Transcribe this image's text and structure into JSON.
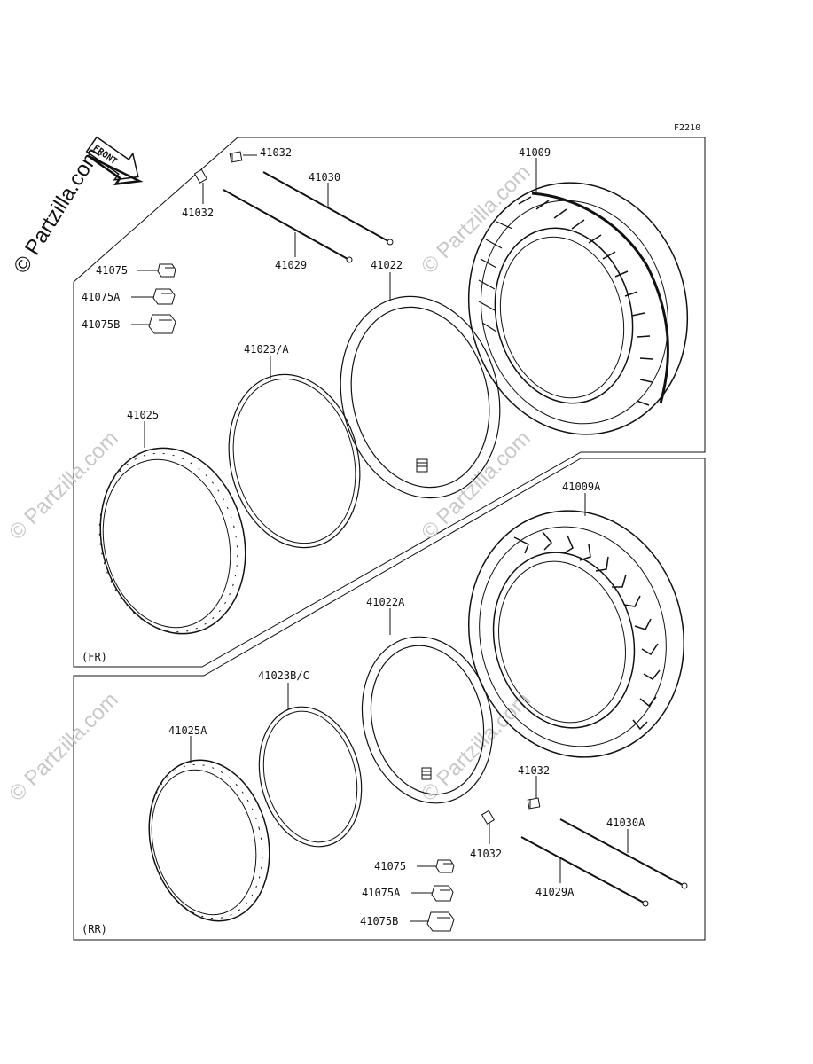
{
  "figure_code": "F2210",
  "front_arrow_label": "FRONT",
  "sections": {
    "front": "(FR)",
    "rear": "(RR)"
  },
  "watermark": "© Partzilla.com",
  "side_watermark": "© Partzilla.com",
  "callouts": {
    "fr_41032_a": "41032",
    "fr_41030": "41030",
    "fr_41009": "41009",
    "fr_41032_b": "41032",
    "fr_41029": "41029",
    "fr_41022": "41022",
    "fr_41075": "41075",
    "fr_41075a": "41075A",
    "fr_41075b": "41075B",
    "fr_41023": "41023/A",
    "fr_41025": "41025",
    "rr_41009a": "41009A",
    "rr_41022a": "41022A",
    "rr_41023bc": "41023B/C",
    "rr_41025a": "41025A",
    "rr_41032_a": "41032",
    "rr_41030a": "41030A",
    "rr_41032_b": "41032",
    "rr_41029a": "41029A",
    "rr_41075": "41075",
    "rr_41075a": "41075A",
    "rr_41075b": "41075B"
  },
  "icons": [
    "front-arrow-icon",
    "tire-icon",
    "tube-icon",
    "rim-band-icon",
    "rim-icon",
    "spoke-icon",
    "valve-icon",
    "balancer-weight-icon"
  ]
}
